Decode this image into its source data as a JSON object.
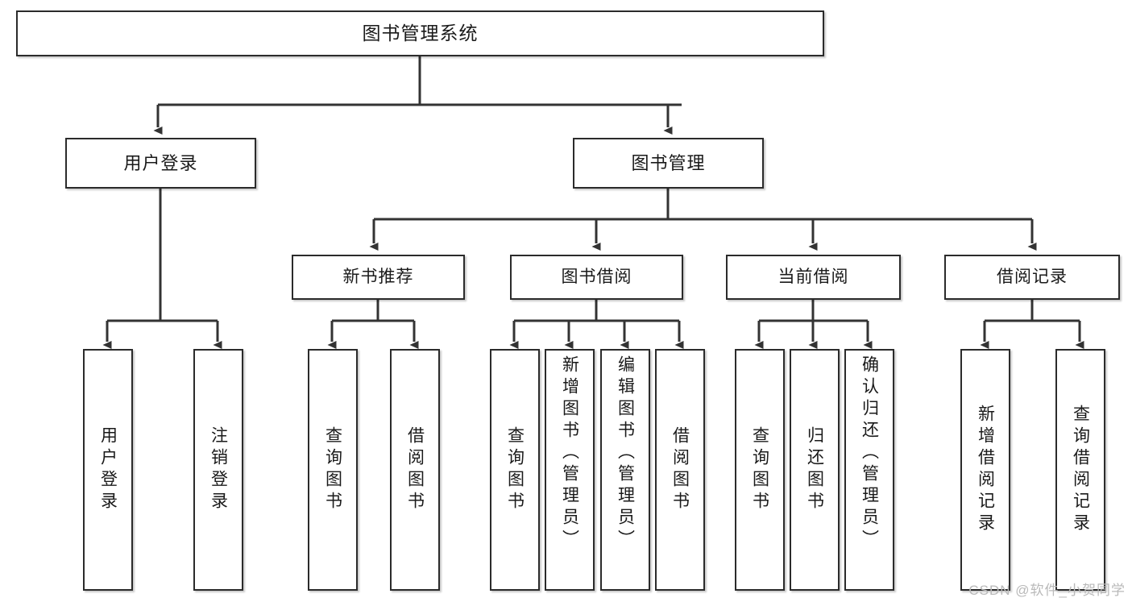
{
  "diagram": {
    "type": "tree-hierarchy",
    "title": "图书管理系统",
    "root": {
      "label": "图书管理系统"
    },
    "level1": [
      {
        "id": "user-login",
        "label": "用户登录"
      },
      {
        "id": "book-manage",
        "label": "图书管理"
      }
    ],
    "level2": [
      {
        "id": "new-book-recommend",
        "label": "新书推荐",
        "parent": "book-manage"
      },
      {
        "id": "book-borrow",
        "label": "图书借阅",
        "parent": "book-manage"
      },
      {
        "id": "current-borrow",
        "label": "当前借阅",
        "parent": "book-manage"
      },
      {
        "id": "borrow-record",
        "label": "借阅记录",
        "parent": "book-manage"
      }
    ],
    "leaves": [
      {
        "id": "leaf-user-login",
        "label": "用户登录",
        "parent": "user-login"
      },
      {
        "id": "leaf-logout",
        "label": "注销登录",
        "parent": "user-login"
      },
      {
        "id": "leaf-query-book-1",
        "label": "查询图书",
        "parent": "new-book-recommend"
      },
      {
        "id": "leaf-borrow-book-1",
        "label": "借阅图书",
        "parent": "new-book-recommend"
      },
      {
        "id": "leaf-query-book-2",
        "label": "查询图书",
        "parent": "book-borrow"
      },
      {
        "id": "leaf-add-book",
        "label": "新增图书（管理员）",
        "parent": "book-borrow"
      },
      {
        "id": "leaf-edit-book",
        "label": "编辑图书（管理员）",
        "parent": "book-borrow"
      },
      {
        "id": "leaf-borrow-book-2",
        "label": "借阅图书",
        "parent": "book-borrow"
      },
      {
        "id": "leaf-query-book-3",
        "label": "查询图书",
        "parent": "current-borrow"
      },
      {
        "id": "leaf-return-book",
        "label": "归还图书",
        "parent": "current-borrow"
      },
      {
        "id": "leaf-confirm-return",
        "label": "确认归还（管理员）",
        "parent": "current-borrow"
      },
      {
        "id": "leaf-add-record",
        "label": "新增借阅记录",
        "parent": "borrow-record"
      },
      {
        "id": "leaf-query-record",
        "label": "查询借阅记录",
        "parent": "borrow-record"
      }
    ],
    "watermark": "CSDN @软件_小贺同学",
    "colors": {
      "box_border": "#2b2b2b",
      "box_fill": "#ffffff",
      "edge": "#333333",
      "text": "#1a1a1a",
      "watermark": "#b9b9b9",
      "background": "#ffffff"
    }
  }
}
